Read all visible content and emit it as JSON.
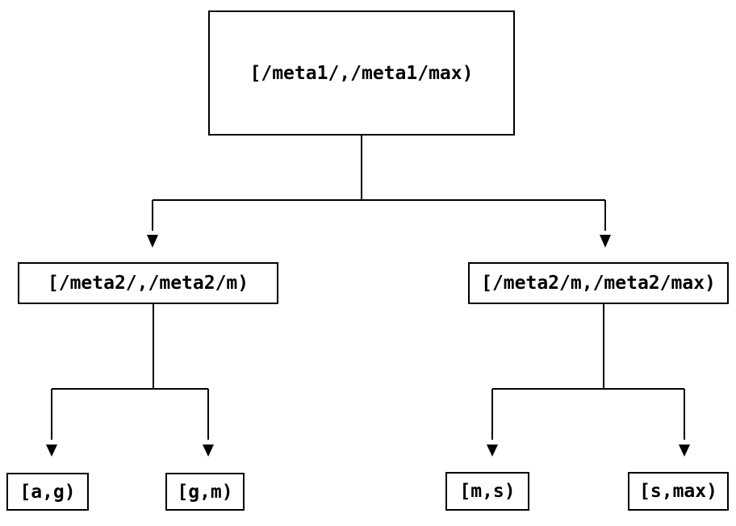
{
  "diagram": {
    "type": "tree",
    "colors": {
      "line": "#000000",
      "box_border": "#000000",
      "background": "#ffffff",
      "text": "#000000"
    },
    "nodes": {
      "root": {
        "label": "[/meta1/,/meta1/max)"
      },
      "left": {
        "label": "[/meta2/,/meta2/m)"
      },
      "right": {
        "label": "[/meta2/m,/meta2/max)"
      },
      "leaf_ag": {
        "label": "[a,g)"
      },
      "leaf_gm": {
        "label": "[g,m)"
      },
      "leaf_ms": {
        "label": "[m,s)"
      },
      "leaf_smax": {
        "label": "[s,max)"
      }
    },
    "edges": [
      {
        "from": "root",
        "to": "left"
      },
      {
        "from": "root",
        "to": "right"
      },
      {
        "from": "left",
        "to": "leaf_ag"
      },
      {
        "from": "left",
        "to": "leaf_gm"
      },
      {
        "from": "right",
        "to": "leaf_ms"
      },
      {
        "from": "right",
        "to": "leaf_smax"
      }
    ]
  }
}
